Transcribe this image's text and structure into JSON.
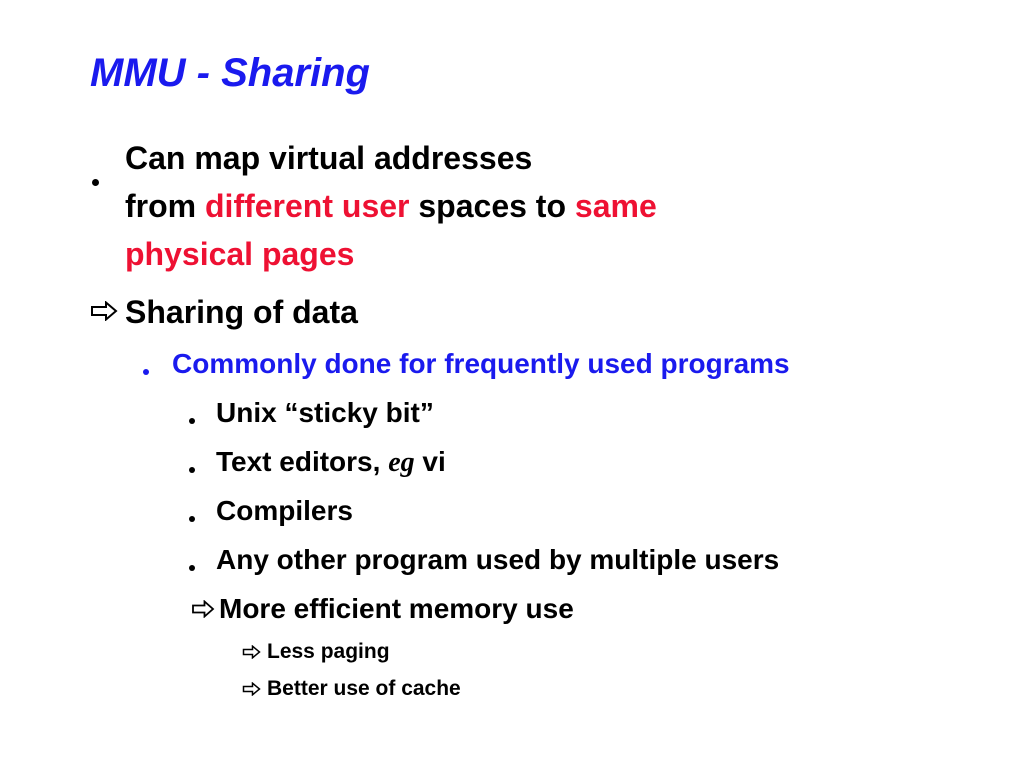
{
  "slide": {
    "title": "MMU - Sharing",
    "bullet1": {
      "line1": "Can map virtual addresses",
      "line2_a": "from ",
      "line2_b": "different user",
      "line2_c": " spaces to ",
      "line2_d": "same",
      "line3": "physical pages"
    },
    "arrow1": "Sharing of data",
    "sub_bullet": "Commonly done for frequently used programs",
    "items": [
      "Unix “sticky bit”",
      "Text editors, ",
      "Compilers",
      "Any other program used by multiple users"
    ],
    "item2_eg": "eg",
    "item2_tail": " vi",
    "arrow2": "More efficient memory use",
    "arrow3": "Less paging",
    "arrow4": "Better use of cache"
  },
  "colors": {
    "title": "#1a1aee",
    "emphasis": "#ee1133",
    "sub_bullet": "#1a1aee",
    "text": "#000000"
  },
  "icons": {
    "bullet": "round-bullet-icon",
    "arrow": "outline-right-arrow-icon"
  }
}
